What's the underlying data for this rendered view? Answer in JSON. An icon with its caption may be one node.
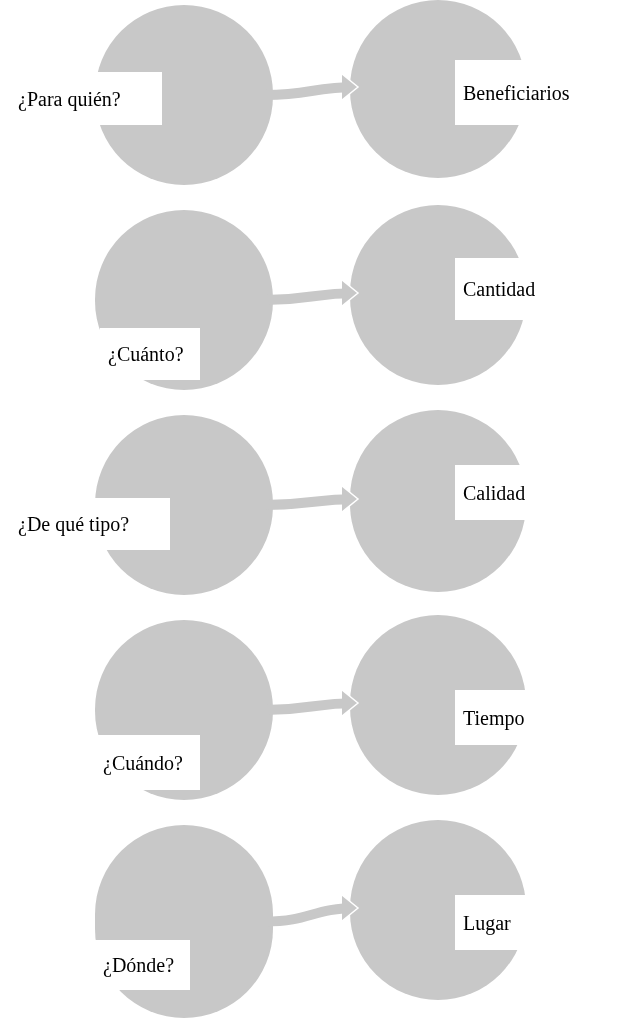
{
  "diagram": {
    "nodes": [
      {
        "text": [
          "¿Para quién?"
        ]
      },
      {
        "text": [
          "Beneficiarios"
        ]
      },
      {
        "text": [
          "¿Cuánto?"
        ]
      },
      {
        "text": [
          "Cantidad"
        ]
      },
      {
        "text": [
          "¿De qué tipo?"
        ]
      },
      {
        "text": [
          "Calidad"
        ]
      },
      {
        "text": [
          "¿Cuándo?"
        ]
      },
      {
        "text": [
          "Tiempo"
        ]
      },
      {
        "text": [
          "¿Dónde?"
        ]
      },
      {
        "text": [
          "Lugar"
        ]
      }
    ],
    "edges": [
      {
        "from": 0,
        "to": 1,
        "arrow": "to"
      },
      {
        "from": 2,
        "to": 3,
        "arrow": "to"
      },
      {
        "from": 4,
        "to": 5,
        "arrow": "to"
      },
      {
        "from": 6,
        "to": 7,
        "arrow": "to"
      },
      {
        "from": 8,
        "to": 9,
        "arrow": "to"
      }
    ]
  }
}
